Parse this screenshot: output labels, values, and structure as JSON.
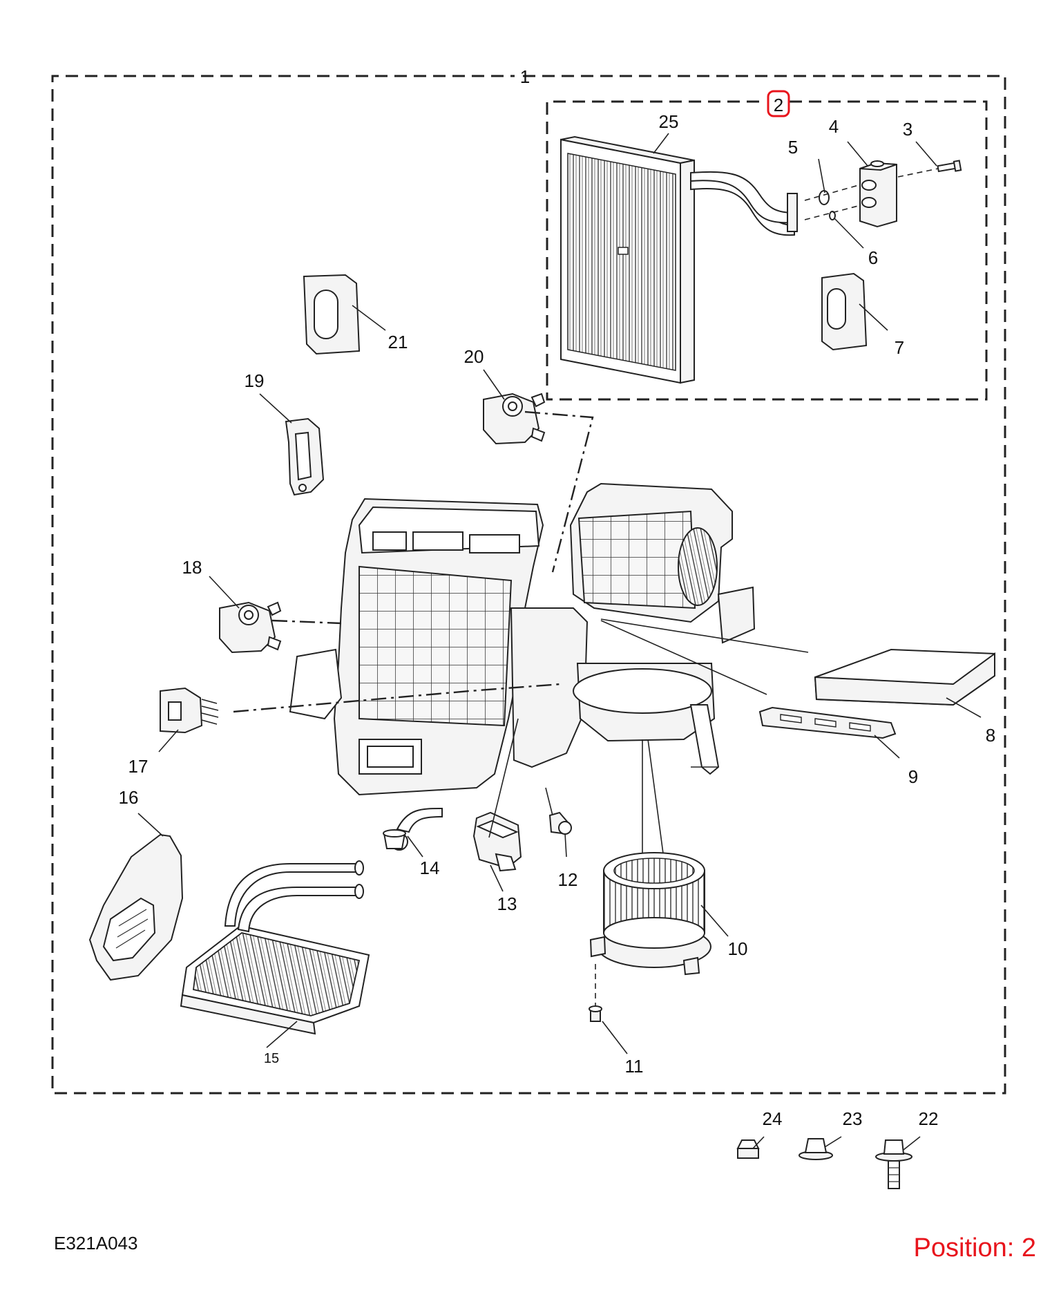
{
  "diagram": {
    "image_code": "E321A043",
    "position_label": "Position: 2",
    "highlight_color": "#e8141c",
    "callouts": {
      "c1": "1",
      "c2": "2",
      "c3": "3",
      "c4": "4",
      "c5": "5",
      "c6": "6",
      "c7": "7",
      "c8": "8",
      "c9": "9",
      "c10": "10",
      "c11": "11",
      "c12": "12",
      "c13": "13",
      "c14": "14",
      "c15": "15",
      "c16": "16",
      "c17": "17",
      "c18": "18",
      "c19": "19",
      "c20": "20",
      "c21": "21",
      "c22": "22",
      "c23": "23",
      "c24": "24",
      "c25": "25"
    }
  }
}
